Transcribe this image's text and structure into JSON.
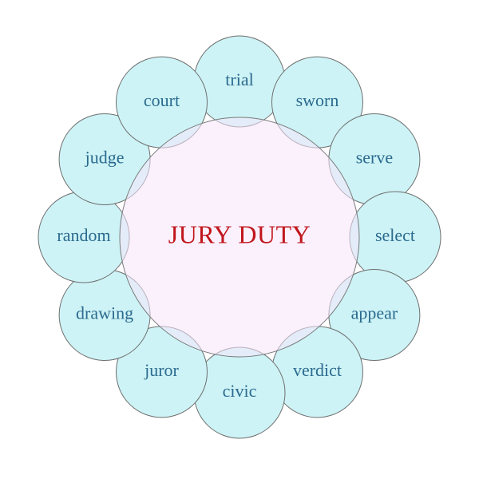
{
  "title": "JURY DUTY",
  "words": [
    "trial",
    "sworn",
    "serve",
    "select",
    "appear",
    "verdict",
    "civic",
    "juror",
    "drawing",
    "random",
    "judge",
    "court"
  ],
  "colors": {
    "title": "#c0161c",
    "word": "#2b6a8e",
    "outer_fill": "#cdf3f6",
    "center_fill": "#f8e6fb",
    "stroke": "#6f6f6f"
  }
}
